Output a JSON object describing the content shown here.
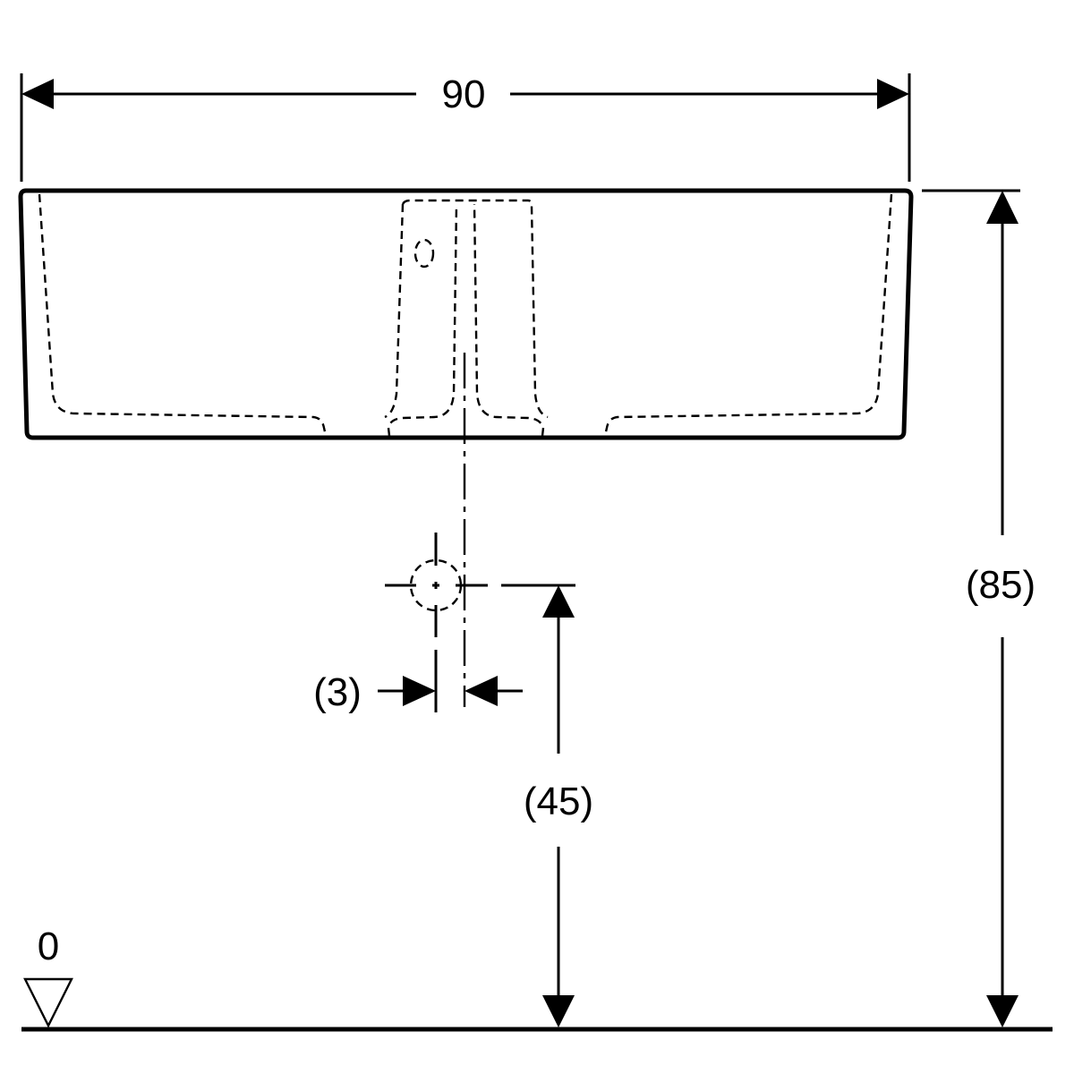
{
  "dimensions": {
    "width_label": "90",
    "height_label": "(85)",
    "drain_height_label": "(45)",
    "drain_offset_label": "(3)",
    "floor_label": "0"
  },
  "colors": {
    "line": "#000000",
    "background": "#ffffff"
  },
  "icons": {
    "floor_marker": "triangle-down-icon",
    "drain_marker": "crosshair-circle-icon"
  }
}
